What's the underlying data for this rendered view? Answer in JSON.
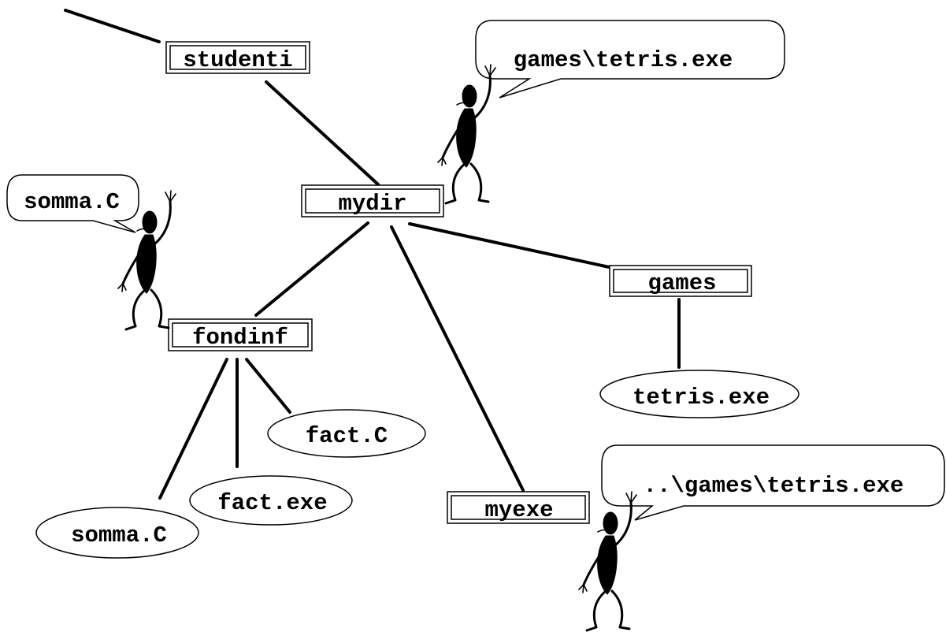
{
  "directories": {
    "studenti": "studenti",
    "mydir": "mydir",
    "fondinf": "fondinf",
    "games": "games",
    "myexe": "myexe"
  },
  "files": {
    "tetris": "tetris.exe",
    "fact_c": "fact.C",
    "fact_exe": "fact.exe",
    "somma_c": "somma.C"
  },
  "speech_bubbles": {
    "top": "games\\tetris.exe",
    "left": "somma.C",
    "bottom_right": "..\\games\\tetris.exe"
  }
}
